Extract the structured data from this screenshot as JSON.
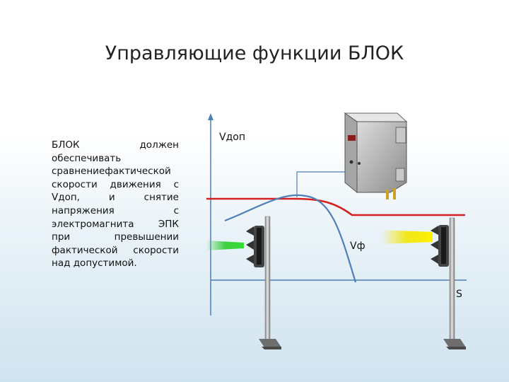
{
  "slide": {
    "title": "Управляющие функции БЛОК",
    "body": "БЛОК должен обеспечивать сравнениефактической скорости движения с Vдоп, и снятие напряжения с электромагнита ЭПК при превышении фактической скорости над допустимой."
  },
  "diagram": {
    "y_axis_label": "Vдоп",
    "curve_label": "Vф",
    "x_axis_label": "S",
    "colors": {
      "permitted_speed": "#d62020",
      "actual_speed": "#4f7fb8",
      "signal_left": "#2ecc2e",
      "signal_right": "#f2e600"
    }
  }
}
